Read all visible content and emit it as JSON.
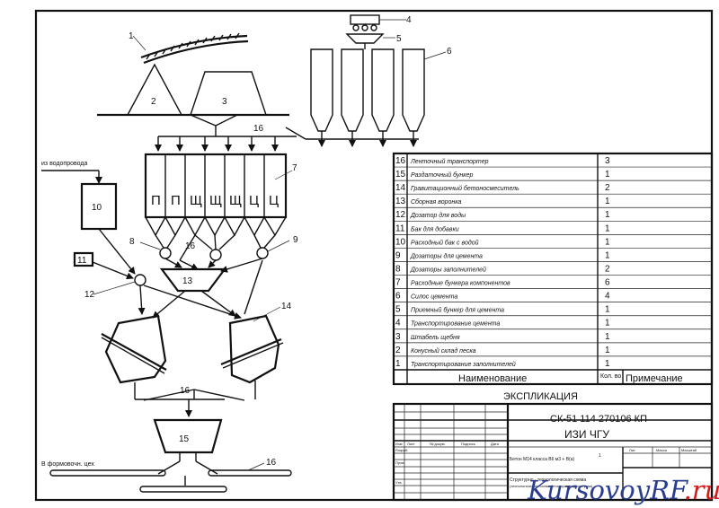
{
  "diagram": {
    "callouts": {
      "n1": "1",
      "n2": "2",
      "n3": "3",
      "n4": "4",
      "n5": "5",
      "n6": "6",
      "n7": "7",
      "n8": "8",
      "n9": "9",
      "n10": "10",
      "n11": "11",
      "n12": "12",
      "n13": "13",
      "n14": "14",
      "n15": "15",
      "n16a": "16",
      "n16b": "16",
      "n16c": "16",
      "n16d": "16"
    },
    "labels": {
      "water_supply": "из водопровода",
      "to_molding": "В формовочн. цех"
    },
    "bins": [
      "П",
      "П",
      "Щ",
      "Щ",
      "Щ",
      "Ц",
      "Ц"
    ]
  },
  "spec_table": {
    "rows": [
      {
        "pos": "16",
        "name": "Ленточный транспортер",
        "qty": "3"
      },
      {
        "pos": "15",
        "name": "Раздаточный бункер",
        "qty": "1"
      },
      {
        "pos": "14",
        "name": "Гравитационный бетоносмеситель",
        "qty": "2"
      },
      {
        "pos": "13",
        "name": "Сборная воронка",
        "qty": "1"
      },
      {
        "pos": "12",
        "name": "Дозатор для воды",
        "qty": "1"
      },
      {
        "pos": "11",
        "name": "Бак для добавки",
        "qty": "1"
      },
      {
        "pos": "10",
        "name": "Расходный бак с водой",
        "qty": "1"
      },
      {
        "pos": "9",
        "name": "Дозаторы для цемента",
        "qty": "1"
      },
      {
        "pos": "8",
        "name": "Дозаторы заполнителей",
        "qty": "2"
      },
      {
        "pos": "7",
        "name": "Расходные бункера компонентов",
        "qty": "6"
      },
      {
        "pos": "6",
        "name": "Силос цемента",
        "qty": "4"
      },
      {
        "pos": "5",
        "name": "Приемный бункер для цемента",
        "qty": "1"
      },
      {
        "pos": "4",
        "name": "Транспортирование цемента",
        "qty": "1"
      },
      {
        "pos": "3",
        "name": "Штабель щебня",
        "qty": "1"
      },
      {
        "pos": "2",
        "name": "Конусный склад песка",
        "qty": "1"
      },
      {
        "pos": "1",
        "name": "Транспортирование заполнителей",
        "qty": "1"
      }
    ],
    "header_name": "Наименование",
    "header_qty": "Кол. во",
    "header_note": "Примечание",
    "caption": "ЭКСПЛИКАЦИЯ"
  },
  "title_block": {
    "code": "СК-51 114 270106 КП",
    "org": "ИЗИ ЧГУ",
    "sheet_title_1": "Структурно - технологическая схема",
    "sheet_title_2": "(технологическая схема бетонорастворного узла)",
    "sheet_note": "1",
    "project_line": "Бетон М14 класса В6 м3 + В(а)",
    "col_izm": "Изм",
    "col_list": "Лист",
    "col_doc": "№ докум.",
    "col_sign": "Подпись",
    "col_date": "Дата",
    "col_lit": "Лит.",
    "col_mass": "Масса",
    "col_scale": "Масштаб",
    "row_razrab": "Разраб.",
    "row_prov": "Пров.",
    "row_utv": "Утв."
  },
  "watermark": {
    "text_main": "KursovoyRF",
    "text_tld": ".ru"
  }
}
